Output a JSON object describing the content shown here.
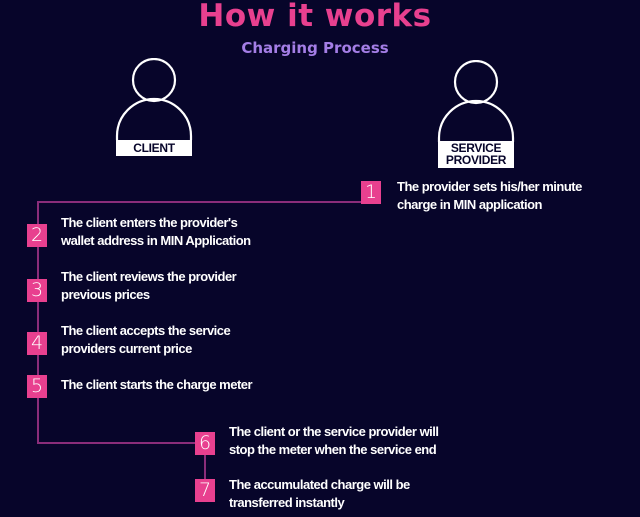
{
  "header": {
    "title": "How it works",
    "subtitle": "Charging Process"
  },
  "actors": {
    "client": "CLIENT",
    "provider_line1": "SERVICE",
    "provider_line2": "PROVIDER"
  },
  "steps": [
    {
      "num": "1",
      "line1": "The provider sets his/her minute",
      "line2": "charge in MIN application"
    },
    {
      "num": "2",
      "line1": "The client enters the provider's",
      "line2": "wallet address in MIN Application"
    },
    {
      "num": "3",
      "line1": "The client reviews the provider",
      "line2": "previous prices"
    },
    {
      "num": "4",
      "line1": "The client accepts the service",
      "line2": "providers current price"
    },
    {
      "num": "5",
      "line1": "The client starts the charge meter",
      "line2": ""
    },
    {
      "num": "6",
      "line1": "The client or the service provider will",
      "line2": "stop the meter when the service end"
    },
    {
      "num": "7",
      "line1": "The accumulated charge will be",
      "line2": "transferred instantly"
    }
  ],
  "colors": {
    "background": "#07052a",
    "accent": "#e8408f",
    "subtitle": "#a47ee6",
    "connector": "#8a2d7a"
  }
}
